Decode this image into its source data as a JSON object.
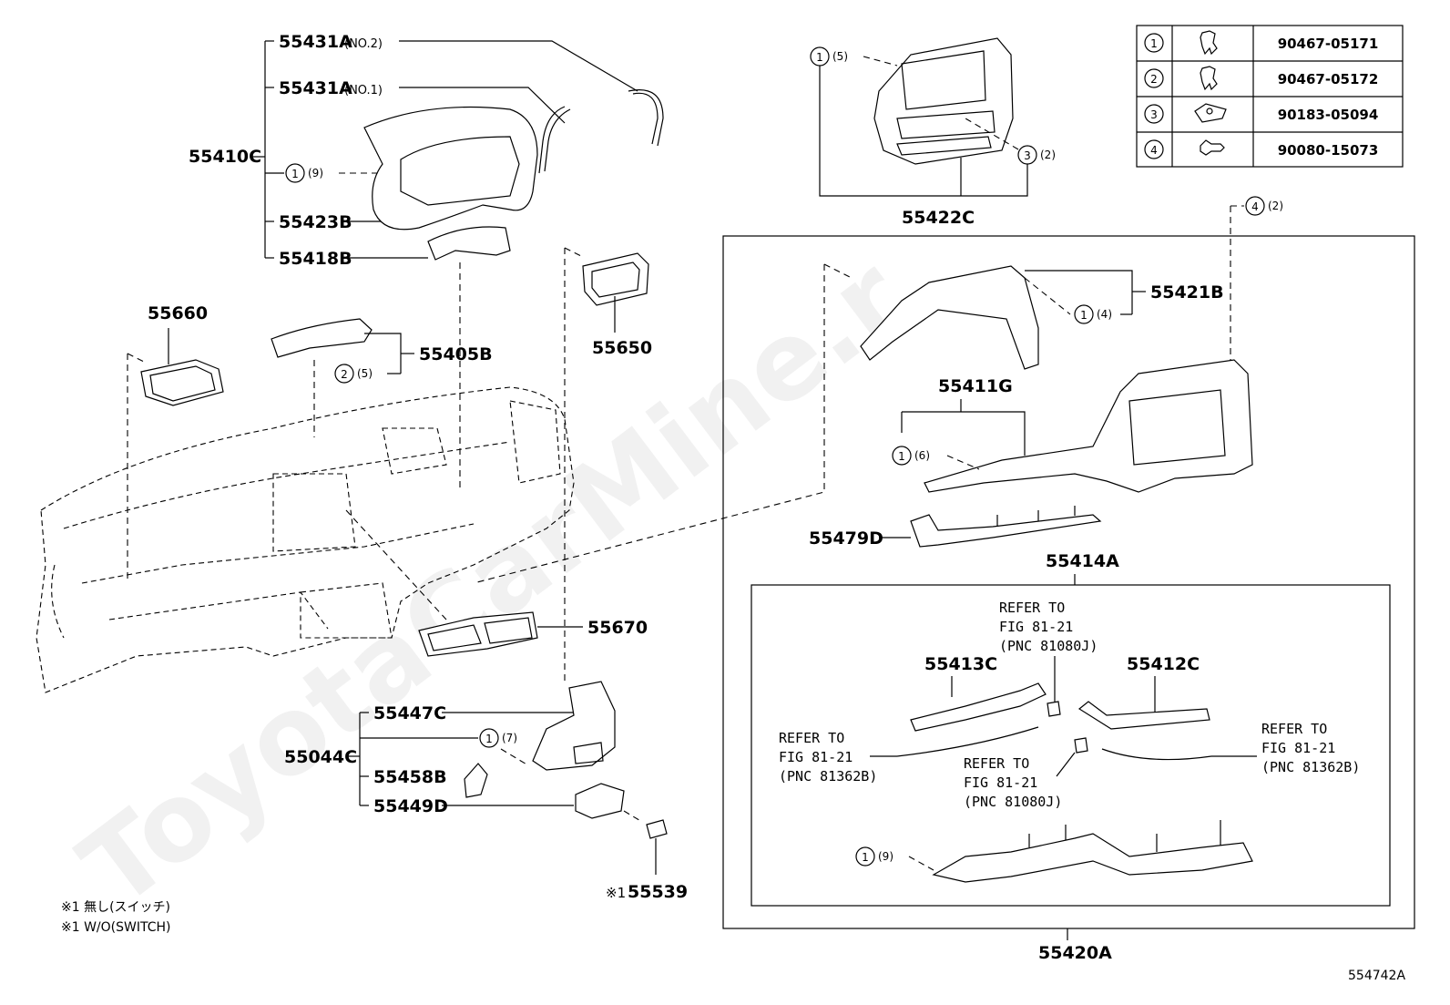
{
  "watermark": "ToyotaCarMine.r",
  "diagram_code": "554742A",
  "notes": [
    "※1 無し(スイッチ)",
    "※1 W/O(SWITCH)"
  ],
  "fastener_table": [
    {
      "no": "1",
      "part": "90467-05171",
      "icon": "clip-icon"
    },
    {
      "no": "2",
      "part": "90467-05172",
      "icon": "clip-icon"
    },
    {
      "no": "3",
      "part": "90183-05094",
      "icon": "nut-clip-icon"
    },
    {
      "no": "4",
      "part": "90080-15073",
      "icon": "screw-icon"
    }
  ],
  "labels": {
    "p55431a_no2": "55431A",
    "p55431a_no2_sub": "(NO.2)",
    "p55431a_no1": "55431A",
    "p55431a_no1_sub": "(NO.1)",
    "p55410c": "55410C",
    "p55423b": "55423B",
    "p55418b": "55418B",
    "p55660": "55660",
    "p55405b": "55405B",
    "p55650": "55650",
    "p55670": "55670",
    "p55447c": "55447C",
    "p55044c": "55044C",
    "p55458b": "55458B",
    "p55449d": "55449D",
    "p55539": "55539",
    "p55539_prefix": "※1",
    "p55422c": "55422C",
    "p55421b": "55421B",
    "p55411g": "55411G",
    "p55479d": "55479D",
    "p55414a": "55414A",
    "p55413c": "55413C",
    "p55412c": "55412C",
    "p55420a": "55420A"
  },
  "callouts": {
    "c1_9_top": {
      "num": "1",
      "qty": "(9)"
    },
    "c2_5": {
      "num": "2",
      "qty": "(5)"
    },
    "c1_7": {
      "num": "1",
      "qty": "(7)"
    },
    "c1_5": {
      "num": "1",
      "qty": "(5)"
    },
    "c3_2": {
      "num": "3",
      "qty": "(2)"
    },
    "c4_2": {
      "num": "4",
      "qty": "(2)"
    },
    "c1_4": {
      "num": "1",
      "qty": "(4)"
    },
    "c1_6": {
      "num": "1",
      "qty": "(6)"
    },
    "c1_9_bot": {
      "num": "1",
      "qty": "(9)"
    }
  },
  "refs": {
    "r1": [
      "REFER TO",
      "FIG 81-21",
      "(PNC 81080J)"
    ],
    "r2": [
      "REFER TO",
      "FIG 81-21",
      "(PNC 81362B)"
    ],
    "r3": [
      "REFER TO",
      "FIG 81-21",
      "(PNC 81080J)"
    ],
    "r4": [
      "REFER TO",
      "FIG 81-21",
      "(PNC 81362B)"
    ]
  }
}
